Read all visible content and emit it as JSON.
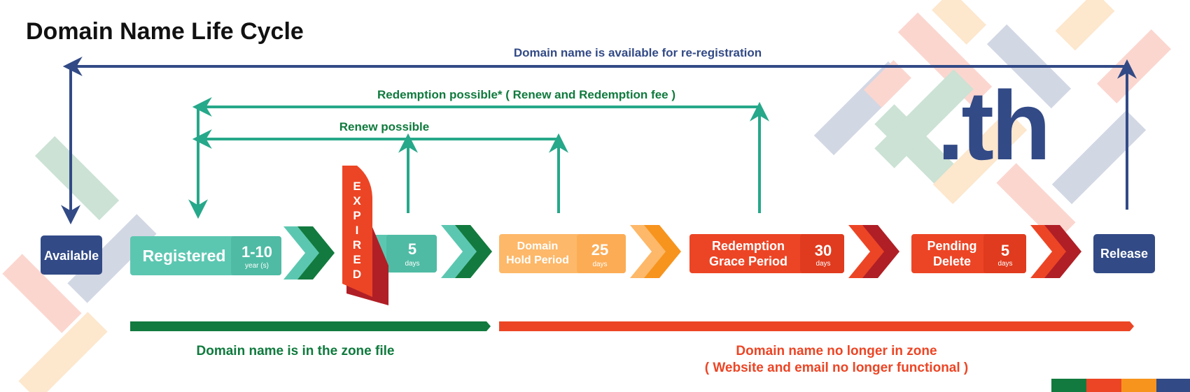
{
  "title": "Domain Name Life Cycle",
  "logo_text": ".th",
  "arrows": {
    "reregistration": "Domain name is available for re-registration",
    "redemption": "Redemption possible* ( Renew and Redemption fee )",
    "renew": "Renew possible"
  },
  "stages": {
    "available": "Available",
    "registered": {
      "label": "Registered",
      "value": "1-10",
      "unit": "year (s)"
    },
    "expired": {
      "letters": [
        "E",
        "X",
        "P",
        "I",
        "R",
        "E",
        "D"
      ],
      "value": "5",
      "unit": "days"
    },
    "hold": {
      "line1": "Domain",
      "line2": "Hold Period",
      "value": "25",
      "unit": "days"
    },
    "redemption": {
      "line1": "Redemption",
      "line2": "Grace Period",
      "value": "30",
      "unit": "days"
    },
    "pending": {
      "line1": "Pending",
      "line2": "Delete",
      "value": "5",
      "unit": "days"
    },
    "release": "Release"
  },
  "zones": {
    "in_zone": "Domain name is in the zone file",
    "out_zone_line1": "Domain name no longer in zone",
    "out_zone_line2": "( Website and email no longer functional )"
  },
  "colors": {
    "navy": "#324a86",
    "teal": "#26a88a",
    "teal_light": "#5cc7b1",
    "green_dark": "#127a3e",
    "green_text": "#0f7a3d",
    "orange_light": "#fdb869",
    "orange": "#f7941d",
    "red": "#ec4525",
    "red_dark": "#b01f26"
  }
}
